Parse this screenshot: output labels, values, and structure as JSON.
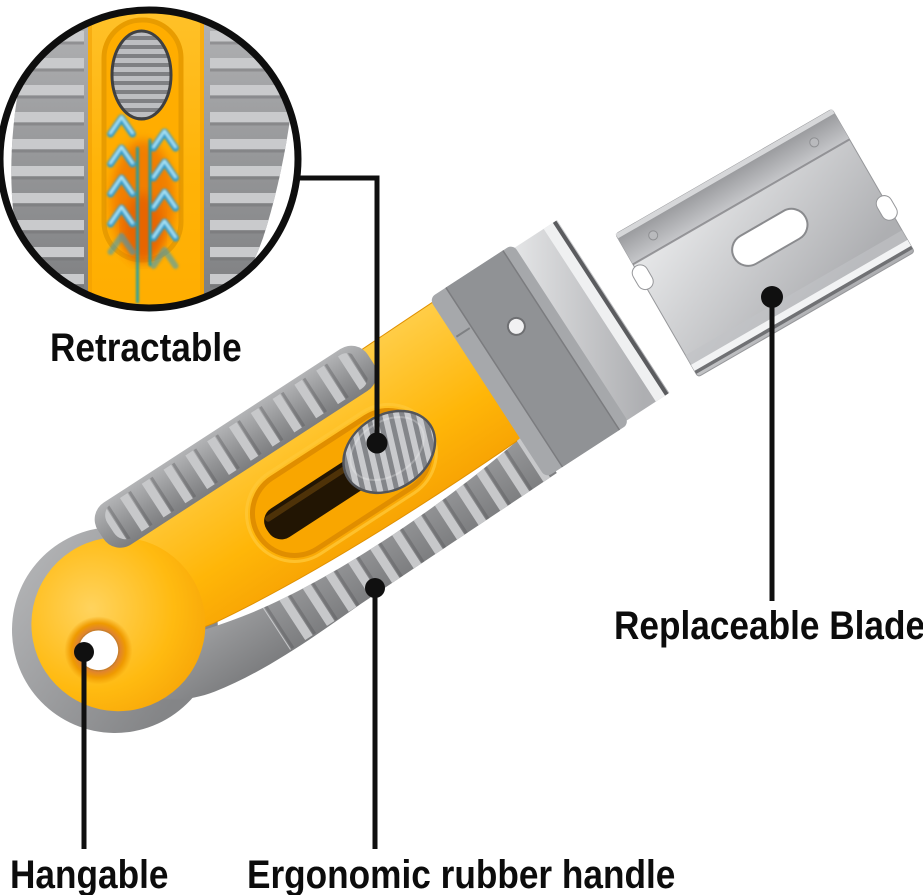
{
  "figure": {
    "kind": "annotated product illustration",
    "subject": "retractable razor scraper with replaceable single-edge blade",
    "background": "#ffffff"
  },
  "callouts": [
    {
      "id": "retractable",
      "label": "Retractable",
      "points_to": "slider-button"
    },
    {
      "id": "replaceable-blade",
      "label": "Replaceable Blade",
      "points_to": "spare-blade"
    },
    {
      "id": "hangable",
      "label": "Hangable",
      "points_to": "hang-hole"
    },
    {
      "id": "ergonomic",
      "label": "Ergonomic rubber handle",
      "points_to": "rubber-grip"
    }
  ],
  "colors": {
    "body_yellow": "#FFB608",
    "deep_orange": "#F07A00",
    "rubber_gray": "#8E8F91",
    "rib_highlight": "#C7C8CA",
    "blade_silver": "#D2D3D5",
    "arrow_blue": "#2E9FCE",
    "annotation_black": "#101010"
  }
}
